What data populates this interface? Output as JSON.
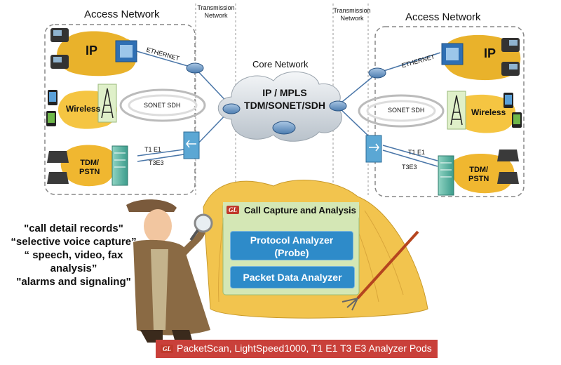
{
  "left_section": {
    "title": "Access Network",
    "ip_label": "IP",
    "ethernet_label": "ETHERNET",
    "wireless_label": "Wireless",
    "sonet_label": "SONET SDH",
    "t1e1_label": "T1 E1",
    "t3e3_label": "T3E3",
    "tdm_label_line1": "TDM/",
    "tdm_label_line2": "PSTN"
  },
  "right_section": {
    "title": "Access Network",
    "ip_label": "IP",
    "ethernet_label": "ETHERNET",
    "wireless_label": "Wireless",
    "sonet_label": "SONET SDH",
    "t1e1_label": "T1 E1",
    "t3e3_label": "T3E3",
    "tdm_label_line1": "TDM/",
    "tdm_label_line2": "PSTN"
  },
  "transmission_left": {
    "line1": "Transmission",
    "line2": "Network"
  },
  "transmission_right": {
    "line1": "Transmission",
    "line2": "Network"
  },
  "core": {
    "title": "Core  Network",
    "line1": "IP / MPLS",
    "line2": "TDM/SONET/SDH"
  },
  "quotes": [
    "\"call detail records\"",
    "“selective voice capture”",
    "“ speech, video, fax analysis”",
    "\"alarms and signaling\""
  ],
  "analysis_panel": {
    "logo": "GL",
    "title": "Call Capture and Analysis",
    "button1_line1": "Protocol Analyzer",
    "button1_line2": "(Probe)",
    "button2": "Packet Data Analyzer"
  },
  "bottom_bar": {
    "logo": "GL",
    "text": "PacketScan, LightSpeed1000, T1 E1 T3 E3 Analyzer Pods"
  },
  "colors": {
    "ip_blob": "#e9b22b",
    "wireless_blob": "#f5c542",
    "tdm_blob": "#f0b730",
    "panel_bg": "#d4e7b5",
    "button_bg": "#2e8bc9",
    "bottom_bar_bg": "#c9403a",
    "haystack": "#f2c44e"
  },
  "icons": [
    "ip-phone-icon",
    "router-icon",
    "atm-switch-icon",
    "mobile-phone-icon",
    "cell-tower-icon",
    "desk-phone-icon",
    "server-rack-icon",
    "detective-illustration",
    "magnifier-icon",
    "haystack-illustration"
  ]
}
